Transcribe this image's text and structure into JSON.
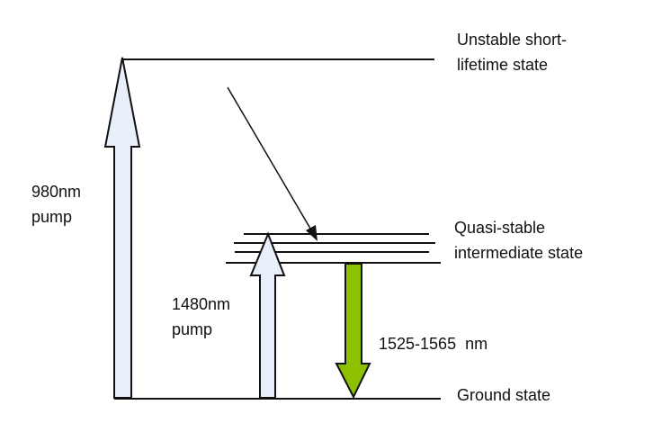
{
  "title": "Erbium energy level diagram",
  "labels": {
    "upper_state": [
      "Unstable short-",
      "lifetime state"
    ],
    "intermediate_state": [
      "Quasi-stable",
      "intermediate state"
    ],
    "ground_state": "Ground state",
    "pump_980": [
      "980nm",
      "pump"
    ],
    "pump_1480": [
      "1480nm",
      "pump"
    ],
    "emission": "1525-1565  nm"
  },
  "colors": {
    "pump_arrow_fill": "#e8eefa",
    "emission_arrow_fill": "#8cc000",
    "line": "#111111"
  }
}
